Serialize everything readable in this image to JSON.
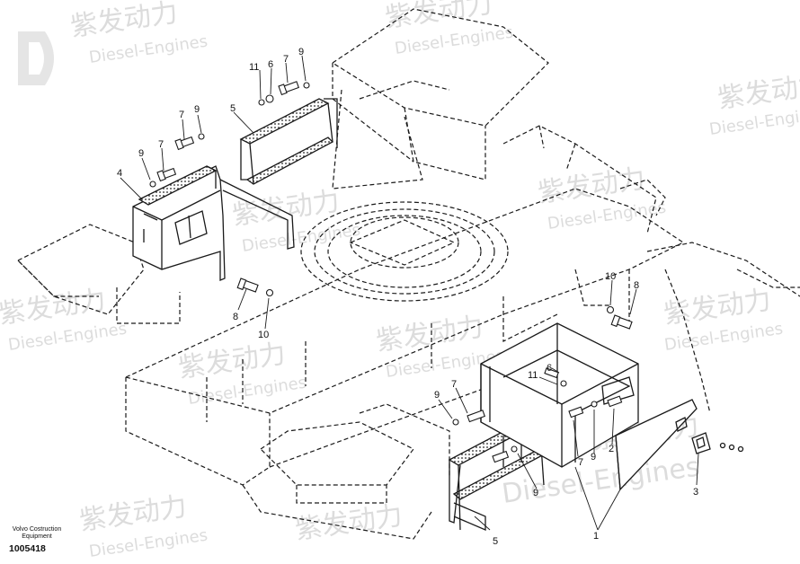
{
  "watermark": {
    "brand_cn": "紫发动力",
    "brand_en": "Diesel-Engines",
    "color": "#d9d9d9"
  },
  "caption": {
    "company_line1": "Volvo Costruction",
    "company_line2": "Equipment",
    "part_number": "1005418"
  },
  "callouts": {
    "c1": "1",
    "c2": "2",
    "c3": "3",
    "c4": "4",
    "c5a": "5",
    "c5b": "5",
    "c6a": "6",
    "c6b": "6",
    "c7a": "7",
    "c7b": "7",
    "c7c": "7",
    "c7d": "7",
    "c7e": "7",
    "c8a": "8",
    "c8b": "8",
    "c9a": "9",
    "c9b": "9",
    "c9c": "9",
    "c9d": "9",
    "c9e": "9",
    "c9f": "9",
    "c10a": "10",
    "c10b": "10",
    "c11a": "11",
    "c11b": "11"
  },
  "style": {
    "line_color": "#1a1a1a"
  }
}
